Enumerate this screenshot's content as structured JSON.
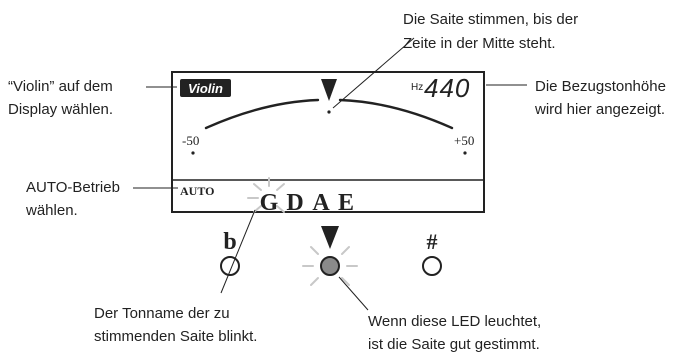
{
  "annotations": {
    "top_line1": "Die Saite stimmen, bis der",
    "top_line2": "Zeite in der Mitte steht.",
    "violin_line1": "“Violin” auf dem",
    "violin_line2": "Display wählen.",
    "ref_line1": "Die Bezugstonhöhe",
    "ref_line2": "wird hier angezeigt.",
    "auto_line1": "AUTO-Betrieb",
    "auto_line2": "wählen.",
    "blink_line1": "Der Tonname der zu",
    "blink_line2": "stimmenden Saite blinkt.",
    "led_line1": "Wenn diese LED leuchtet,",
    "led_line2": "ist die Saite gut gestimmt."
  },
  "display": {
    "mode_badge": "Violin",
    "hz_label": "Hz",
    "hz_value": "440",
    "scale_left": "-50",
    "scale_right": "+50",
    "auto_label": "AUTO",
    "notes": [
      "G",
      "D",
      "A",
      "E"
    ],
    "active_note": "G"
  },
  "leds": {
    "flat_symbol": "b",
    "sharp_symbol": "#",
    "center_lit": true
  },
  "colors": {
    "ink": "#222222",
    "led_lit": "#8a8a8a",
    "glow": "#c8c8c8"
  }
}
